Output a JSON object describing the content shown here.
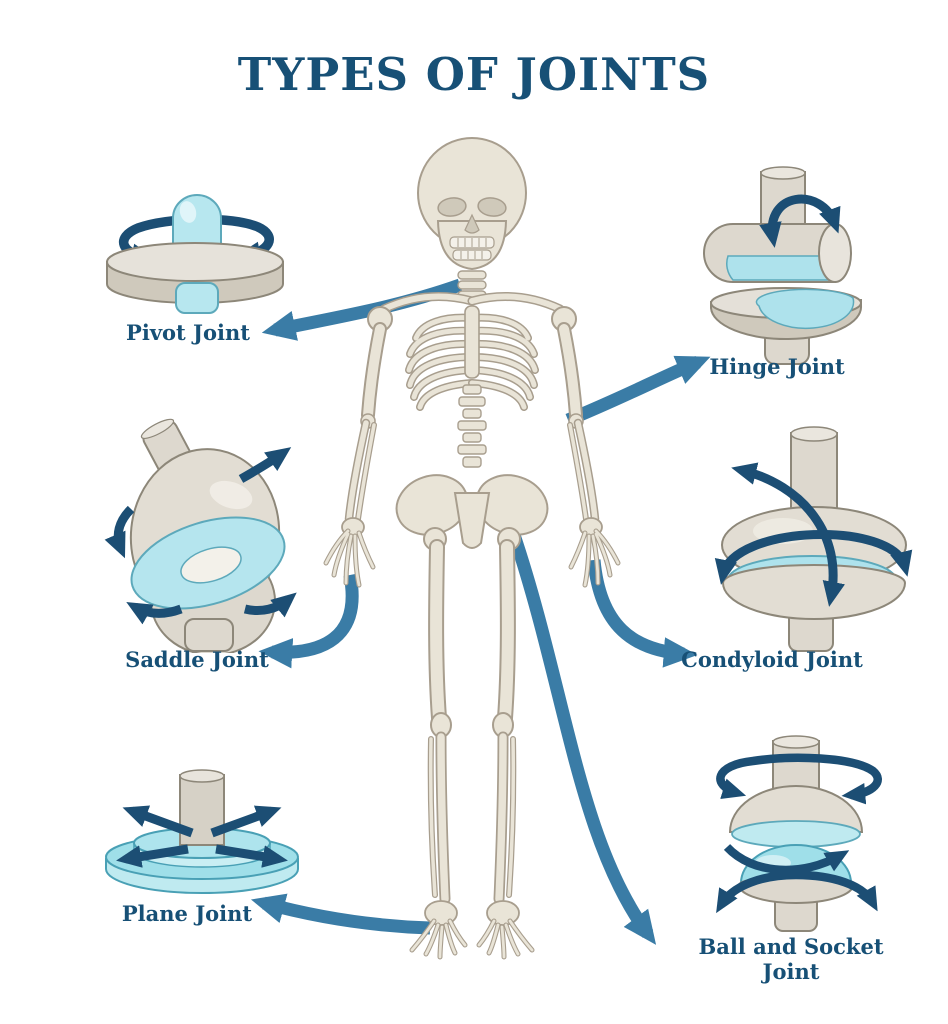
{
  "title": "TYPES OF JOINTS",
  "labels": {
    "pivot": "Pivot Joint",
    "hinge": "Hinge Joint",
    "saddle": "Saddle Joint",
    "condyloid": "Condyloid Joint",
    "plane": "Plane Joint",
    "ball_and_socket": "Ball and Socket Joint"
  },
  "icons": [
    "pivot-joint-icon",
    "hinge-joint-icon",
    "saddle-joint-icon",
    "condyloid-joint-icon",
    "plane-joint-icon",
    "ball-and-socket-joint-icon",
    "human-skeleton-figure"
  ],
  "colors": {
    "heading_text": "#175076",
    "label_text": "#175076",
    "rotation_arrow": "#1c4e74",
    "connector_arrow": "#3a7ca6",
    "cartilage_cyan": "#b7e7ef",
    "cartilage_cyan_deep": "#9fdfe9",
    "cartilage_stroke": "#5da9bb",
    "bone_grey": "#ddd8ce",
    "bone_grey_light": "#e6e2da",
    "bone_grey_shade": "#cfc9bc",
    "bone_outline": "#8d8779",
    "skeleton_bone": "#e9e4d7",
    "skeleton_outline": "#a89e8e",
    "background": "#ffffff"
  }
}
